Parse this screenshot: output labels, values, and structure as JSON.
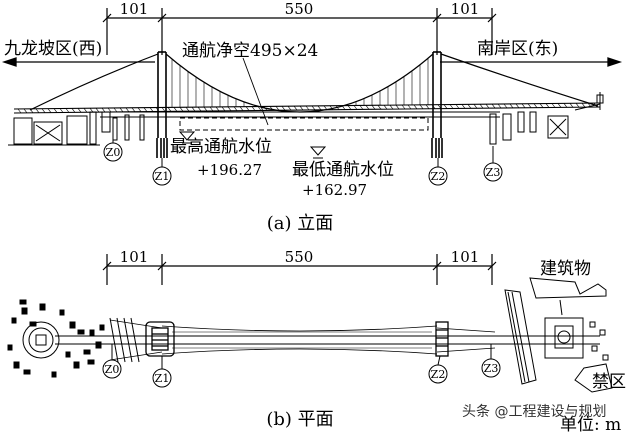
{
  "elevation": {
    "spans": [
      "101",
      "550",
      "101"
    ],
    "west_label": "九龙坡区(西)",
    "east_label": "南岸区(东)",
    "clearance_label": "通航净空495×24",
    "high_water": {
      "label": "最高通航水位",
      "value": "+196.27"
    },
    "low_water": {
      "label": "最低通航水位",
      "value": "+162.97"
    },
    "piers": [
      "Z0",
      "Z1",
      "Z2",
      "Z3"
    ],
    "caption": "(a) 立面"
  },
  "plan": {
    "spans": [
      "101",
      "550",
      "101"
    ],
    "building_label": "建筑物",
    "restricted_label": "禁区",
    "unit_label": "单位: m",
    "piers": [
      "Z0",
      "Z1",
      "Z2",
      "Z3"
    ],
    "caption": "(b) 平面"
  },
  "watermark": "头条 @工程建设与规划"
}
